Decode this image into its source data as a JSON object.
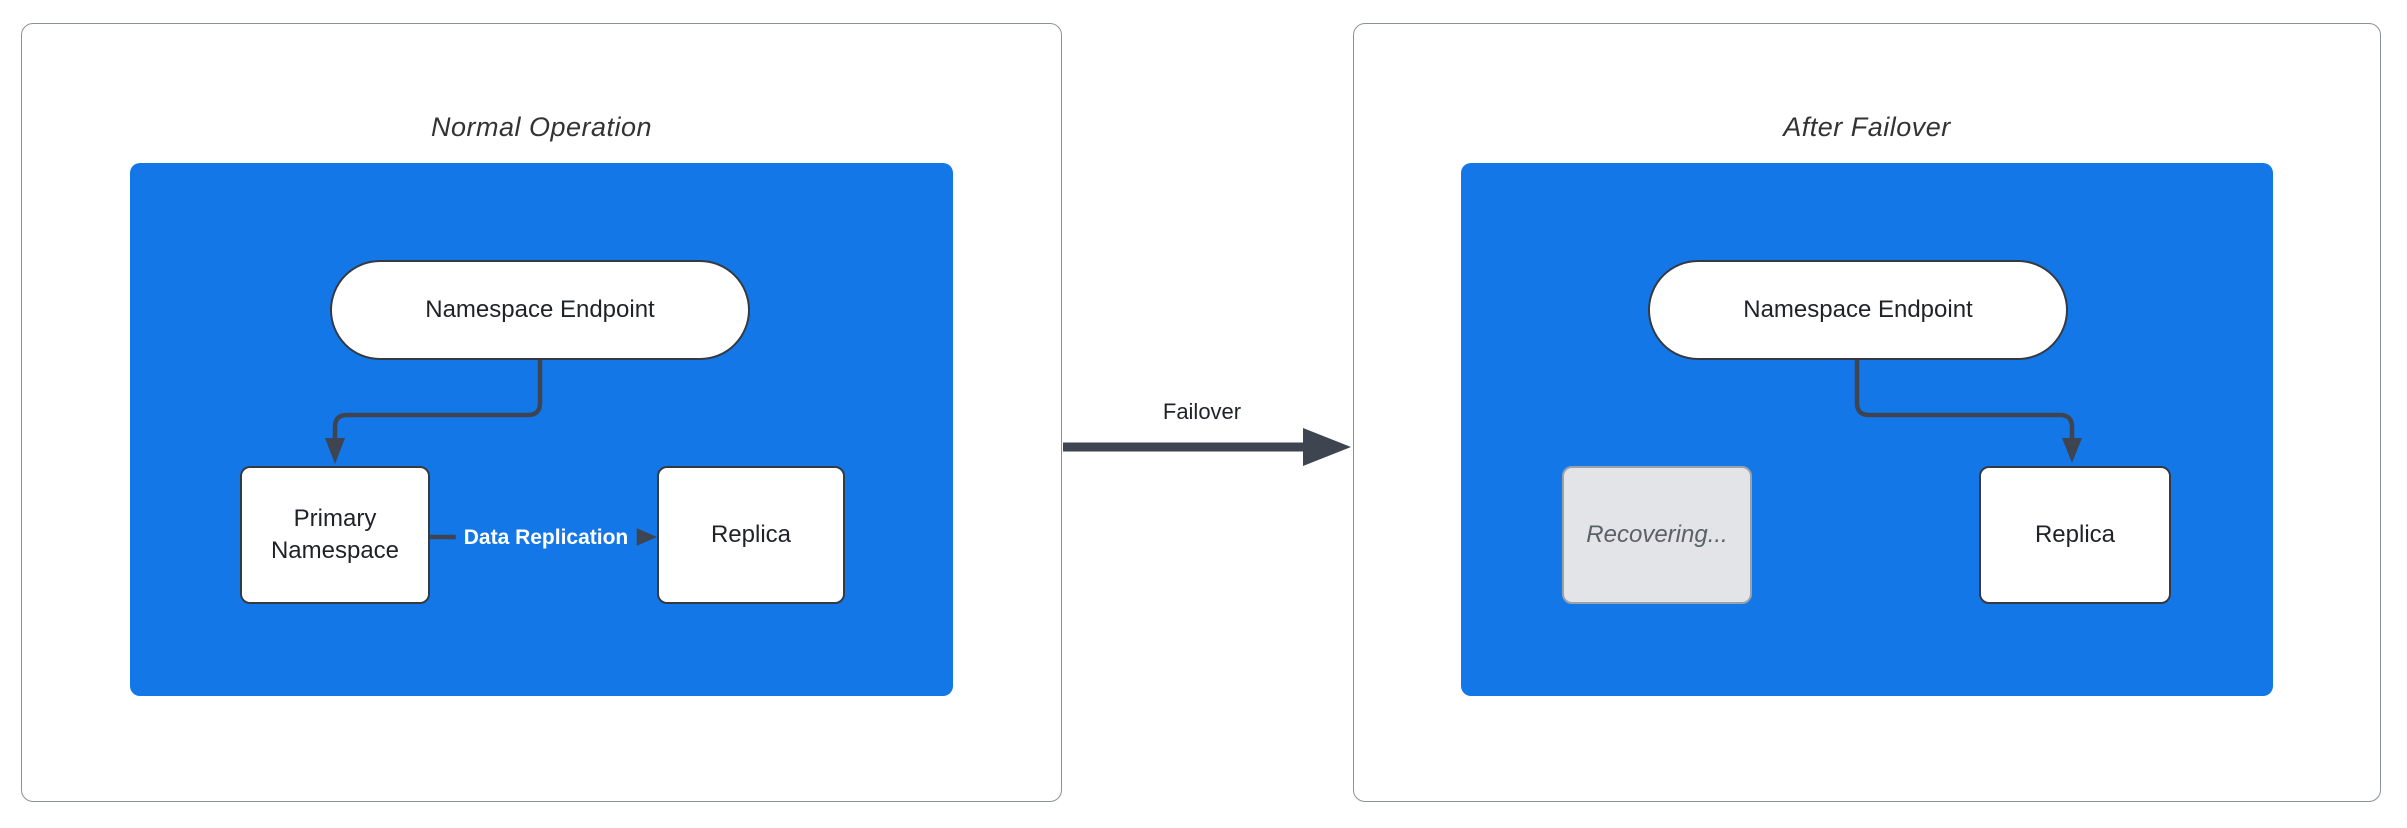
{
  "colors": {
    "cluster-blue": "#1477E8",
    "edge-dark": "#3E4450",
    "node-border": "#343A42",
    "node-text": "#1F2227",
    "panel-border": "#8B919A",
    "title-text": "#333333",
    "recovering-fill": "#E2E4E7",
    "recovering-border": "#9BA1A9",
    "recovering-text": "#5B6169",
    "edge-label-text": "#FFFFFF"
  },
  "panels": [
    {
      "title": "Normal Operation",
      "endpoint": "Namespace Endpoint",
      "left_node": "Primary Namespace",
      "right_node": "Replica",
      "edge_label": "Data Replication"
    },
    {
      "title": "After Failover",
      "endpoint": "Namespace Endpoint",
      "left_node": "Recovering...",
      "right_node": "Replica"
    }
  ],
  "failover_label": "Failover"
}
